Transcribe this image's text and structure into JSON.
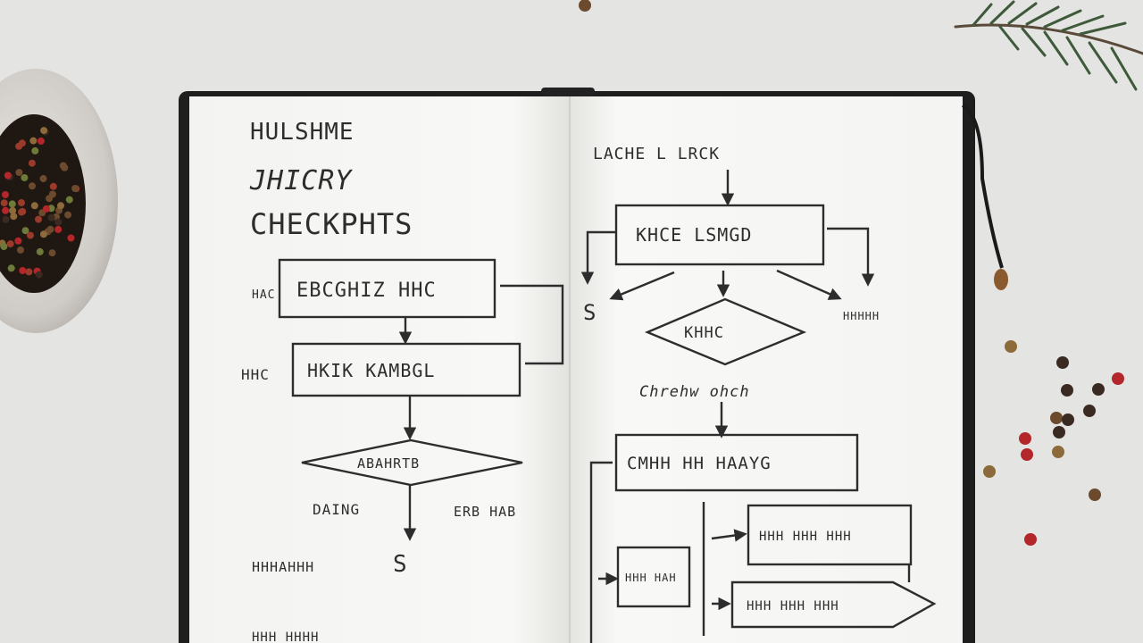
{
  "scene": {
    "description_colors": {
      "table": "#e4e4e3",
      "notebook_cover": "#1e1e1e",
      "page": "#f7f7f5",
      "ink": "#2d2d2d",
      "peppercorn_red": "#b3262a",
      "peppercorn_black": "#3a2a22",
      "rosemary": "#3e5a3a"
    }
  },
  "left_page": {
    "title_line1": "HULSHME",
    "title_line2": "JHICRY",
    "title_line3": "CHECKPHTS",
    "box1_label": "EBCGHIZ HHC",
    "box1_side": "HAC",
    "box2_label": "HKIK KAMBGL",
    "box2_side": "HHC",
    "diamond_label": "ABAHRTB",
    "branch_left": "DAING",
    "branch_right": "ERB HAB",
    "bottom_label": "HHHAHHH",
    "bottom_mark": "S",
    "footer_scribble": "HHH HHHH"
  },
  "right_page": {
    "top_label": "LACHE L LRCK",
    "box1_label": "KHCE LSMGD",
    "side_mark": "S",
    "right_scribble": "HHHHH",
    "diamond_label": "KHHC",
    "mid_label": "Chrehw ohch",
    "box2_label": "CMHH HH HAAYG",
    "small_box_label": "HHH HAH",
    "box3_label": "HHH HHH HHH",
    "box4_label": "HHH HHH HHH"
  }
}
